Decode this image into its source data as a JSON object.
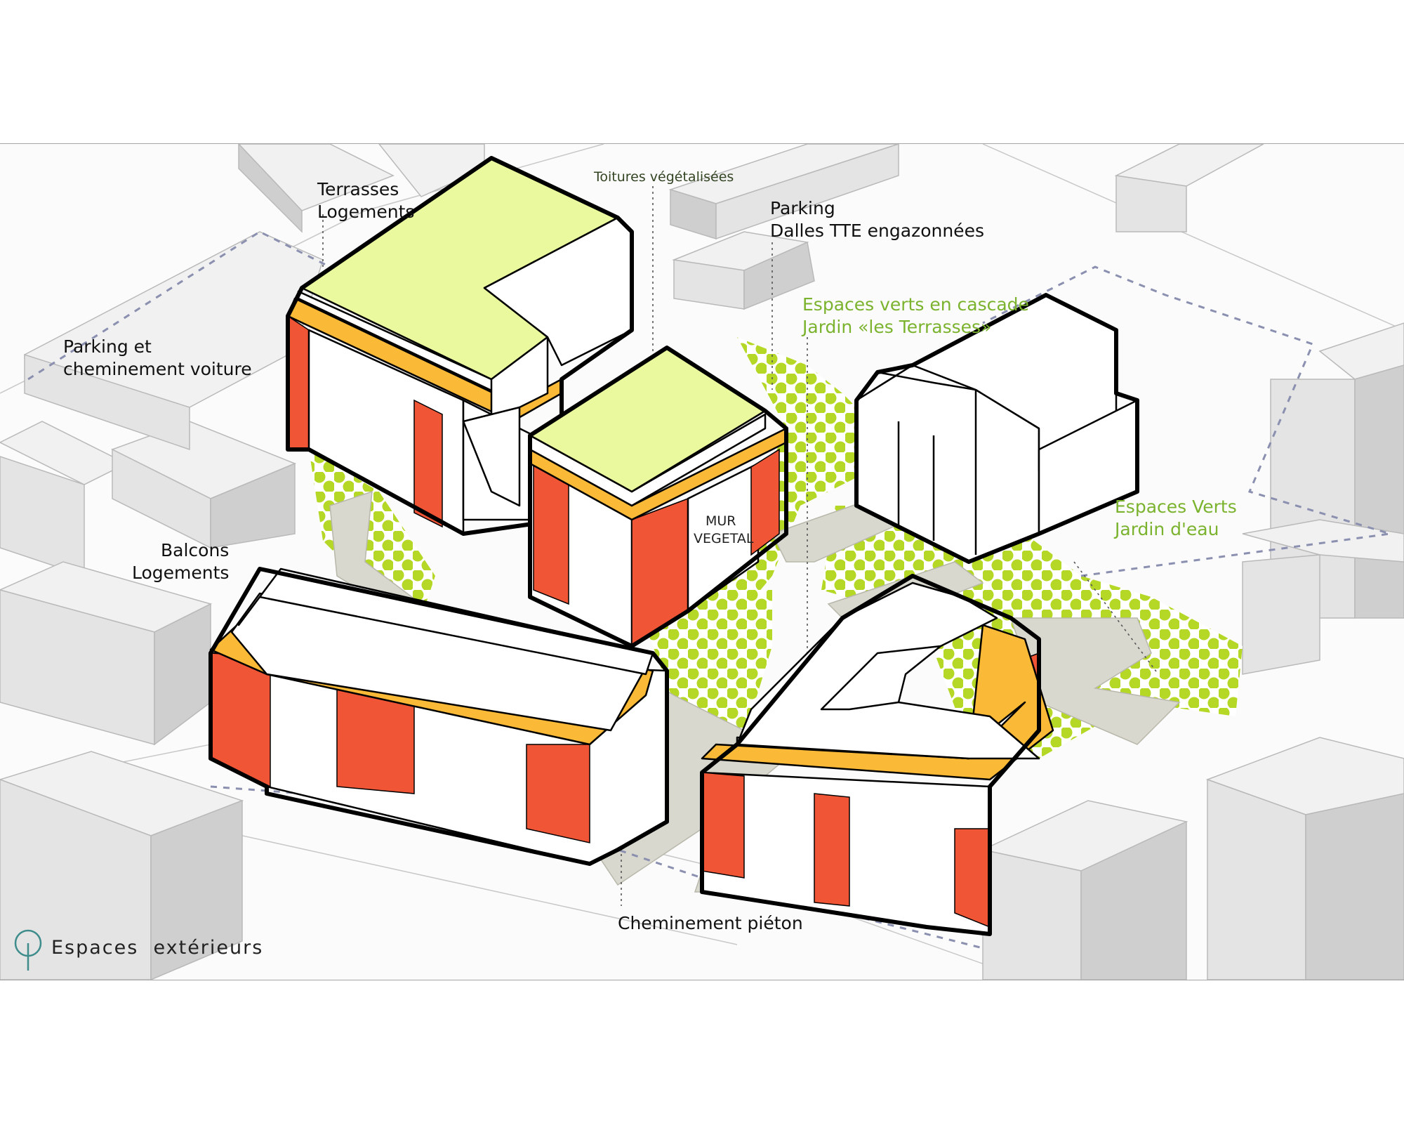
{
  "diagram": {
    "colors": {
      "facade_red": "#f05536",
      "slab_orange": "#fab936",
      "green_roof": "#eaf99d",
      "green_dots": "#b5d826",
      "label_green": "#7bb32e",
      "lot_boundary": "#8b90b0",
      "context_buildings": "#e4e4e4",
      "pedestrian_path": "#d9d8cf"
    },
    "labels": {
      "terrasses": [
        "Terrasses",
        "Logements"
      ],
      "toitures": "Toitures végétalisées",
      "parking_dalles": [
        "Parking",
        "Dalles TTE engazonnées"
      ],
      "parking_voiture": [
        "Parking et",
        "cheminement voiture"
      ],
      "espaces_cascade": [
        "Espaces verts en cascade",
        "Jardin «les Terrasses»"
      ],
      "mur_vegetal": [
        "MUR",
        "VEGETAL"
      ],
      "balcons": [
        "Balcons",
        "Logements"
      ],
      "espaces_verts_eau": [
        "Espaces Verts",
        "Jardin d'eau"
      ],
      "cheminement_pieton": "Cheminement piéton"
    },
    "legend": {
      "icon": "tree-icon",
      "text": "Espaces  extérieurs"
    }
  }
}
